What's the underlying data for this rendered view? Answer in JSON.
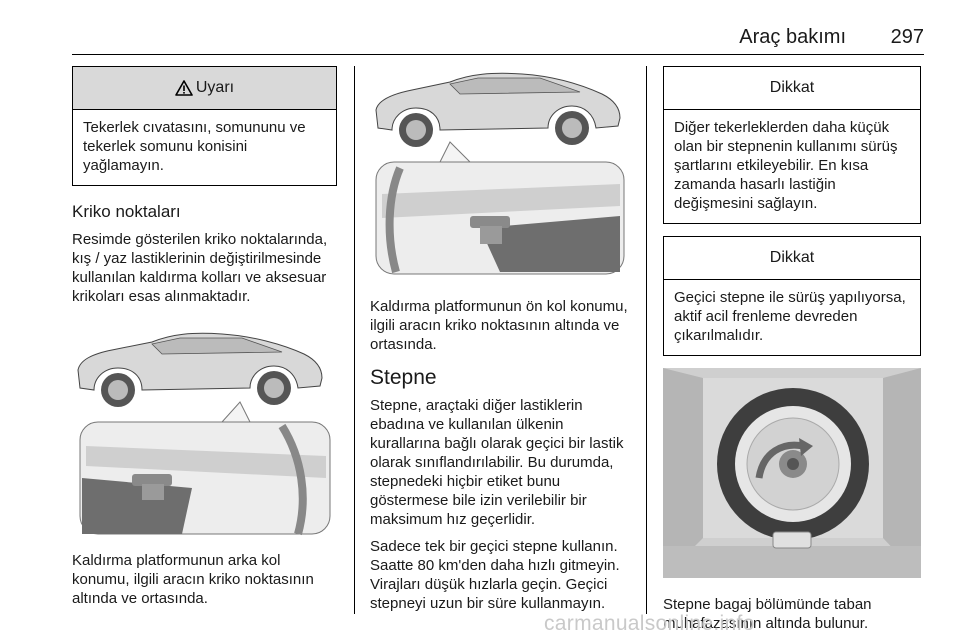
{
  "header": {
    "section_title": "Araç bakımı",
    "page_number": "297"
  },
  "warning": {
    "icon": "warning-triangle-icon",
    "title": "Uyarı",
    "text": "Tekerlek cıvatasını, somununu ve tekerlek somunu konisini yağlamayın."
  },
  "jacking": {
    "heading": "Kriko noktaları",
    "intro": "Resimde gösterilen kriko noktalarında, kış / yaz lastiklerinin değiştirilmesinde kullanılan kaldırma kolları ve aksesuar krikoları esas alınmaktadır.",
    "rear_caption": "Kaldırma platformunun arka kol konumu, ilgili aracın kriko noktasının altında ve ortasında.",
    "front_caption": "Kaldırma platformunun ön kol konumu, ilgili aracın kriko noktasının altında ve ortasında."
  },
  "spare": {
    "heading": "Stepne",
    "para1": "Stepne, araçtaki diğer lastiklerin ebadına ve kullanılan ülkenin kurallarına bağlı olarak geçici bir lastik olarak sınıflandırılabilir. Bu durumda, stepnedeki hiçbir etiket bunu göstermese bile izin verilebilir bir maksimum hız geçerlidir.",
    "para2": "Sadece tek bir geçici stepne kullanın. Saatte 80 km'den daha hızlı gitmeyin. Virajları düşük hızlarla geçin. Geçici stepneyi uzun bir süre kullanmayın.",
    "caption": "Stepne bagaj bölümünde taban muhafazasının altında bulunur."
  },
  "notice1": {
    "title": "Dikkat",
    "text": "Diğer tekerleklerden daha küçük olan bir stepnenin kullanımı sürüş şartlarını etkileyebilir. En kısa zamanda hasarlı lastiğin değişmesini sağlayın."
  },
  "notice2": {
    "title": "Dikkat",
    "text": "Geçici stepne ile sürüş yapılıyorsa, aktif acil frenleme devreden çıkarılmalıdır."
  },
  "footer": {
    "watermark": "carmanualsonline.info"
  }
}
